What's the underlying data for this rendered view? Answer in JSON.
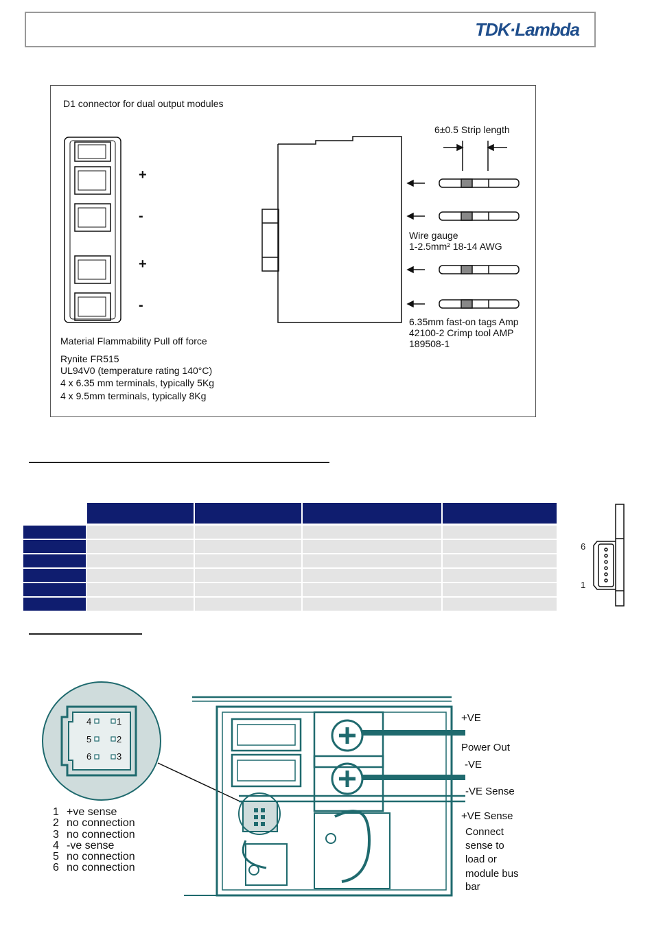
{
  "header": {
    "brand": "TDK·Lambda"
  },
  "connector_figure": {
    "title": "D1 connector for dual output modules",
    "polarity_labels": [
      "+",
      "-",
      "+",
      "-"
    ],
    "strip_length": "6±0.5 Strip length",
    "wire_gauge_line1": "Wire gauge",
    "wire_gauge_line2": "1-2.5mm² 18-14 AWG",
    "fast_on_line1": "6.35mm fast-on tags Amp",
    "fast_on_line2": "42100-2 Crimp tool AMP",
    "fast_on_line3": "189508-1",
    "material_heading": "Material Flammability Pull off force",
    "material_line1": "Rynite FR515",
    "material_line2": "UL94V0 (temperature rating 140°C)",
    "material_line3": "4 x 6.35 mm terminals, typically 5Kg",
    "material_line4": "4 x 9.5mm terminals, typically 8Kg"
  },
  "molex": {
    "pin_top": "6",
    "pin_bottom": "1"
  },
  "sense_figure": {
    "connector_pins": [
      "4",
      "1",
      "5",
      "2",
      "6",
      "3"
    ],
    "pin_list": [
      {
        "num": "1",
        "desc": "+ve sense"
      },
      {
        "num": "2",
        "desc": "no connection"
      },
      {
        "num": "3",
        "desc": "no connection"
      },
      {
        "num": "4",
        "desc": "-ve sense"
      },
      {
        "num": "5",
        "desc": "no connection"
      },
      {
        "num": "6",
        "desc": "no connection"
      }
    ],
    "pos_ve": "+VE",
    "power_out": "Power Out",
    "neg_ve": "-VE",
    "neg_sense": "-VE Sense",
    "pos_sense": "+VE Sense",
    "note_line1": "Connect",
    "note_line2": "sense to",
    "note_line3": "load or",
    "note_line4": "module bus",
    "note_line5": "bar"
  },
  "colors": {
    "table_header": "#0f1d6f",
    "table_cell": "#e4e4e4",
    "diagram_teal": "#1f6a6e",
    "logo_blue": "#1f4e8c"
  }
}
